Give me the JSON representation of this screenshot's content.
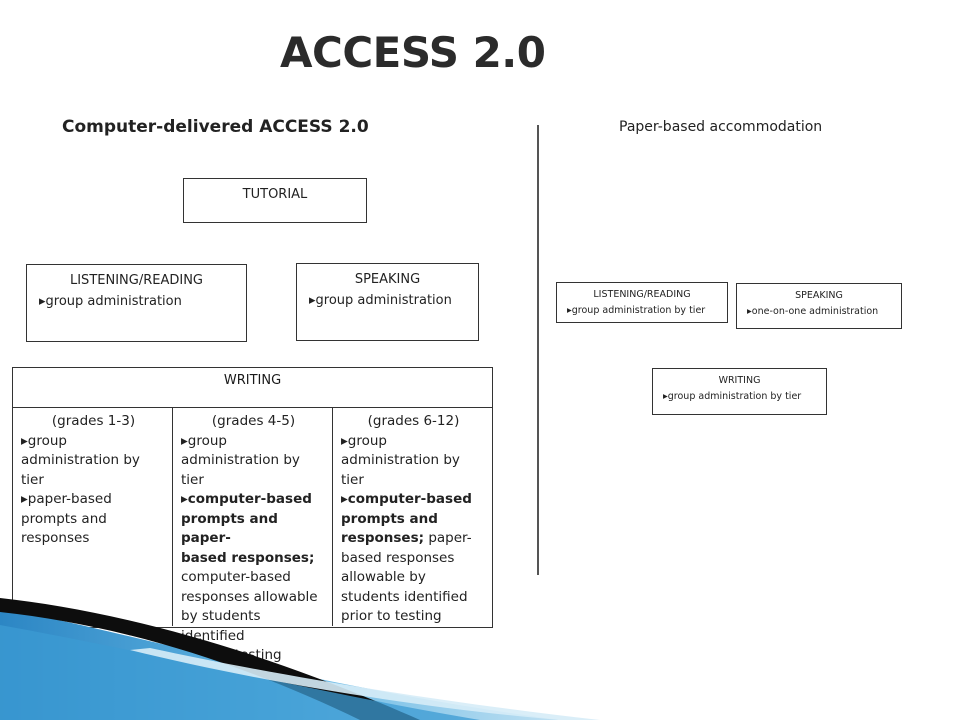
{
  "title": "ACCESS 2.0",
  "computer": {
    "heading": "Computer-delivered ACCESS 2.0",
    "tutorial": "TUTORIAL",
    "listening_reading": {
      "title": "LISTENING/READING",
      "line": "▸group administration"
    },
    "speaking": {
      "title": "SPEAKING",
      "line": "▸group administration"
    },
    "writing": {
      "title": "WRITING",
      "columns": [
        {
          "grade": "(grades 1-3)",
          "lines": [
            "▸group",
            "administration by tier",
            "▸paper-based",
            "prompts and",
            "responses"
          ]
        },
        {
          "grade": "(grades 4-5)",
          "lines_plain": [
            "▸group",
            "administration by tier"
          ],
          "lines_bold": [
            "▸computer-based",
            "prompts and paper-",
            "based responses;"
          ],
          "lines_after": [
            "computer-based",
            "responses allowable",
            "by students identified",
            "prior to testing"
          ]
        },
        {
          "grade": "(grades 6-12)",
          "lines_plain": [
            "▸group",
            "administration by tier"
          ],
          "lines_bold": [
            "▸computer-based",
            "prompts and"
          ],
          "mixed_bold": "responses;",
          "mixed_plain": " paper-",
          "lines_after": [
            "based responses",
            "allowable by",
            "students identified",
            "prior to testing"
          ]
        }
      ]
    }
  },
  "paper": {
    "heading": "Paper-based accommodation",
    "listening_reading": {
      "title": "LISTENING/READING",
      "line": "▸group administration by tier"
    },
    "speaking": {
      "title": "SPEAKING",
      "line": "▸one-on-one administration"
    },
    "writing": {
      "title": "WRITING",
      "line": "▸group administration by tier"
    }
  },
  "colors": {
    "swoosh_dark": "#0d0d0d",
    "swoosh_blue": "#4aa3d8",
    "swoosh_light": "#bfe0f2"
  }
}
